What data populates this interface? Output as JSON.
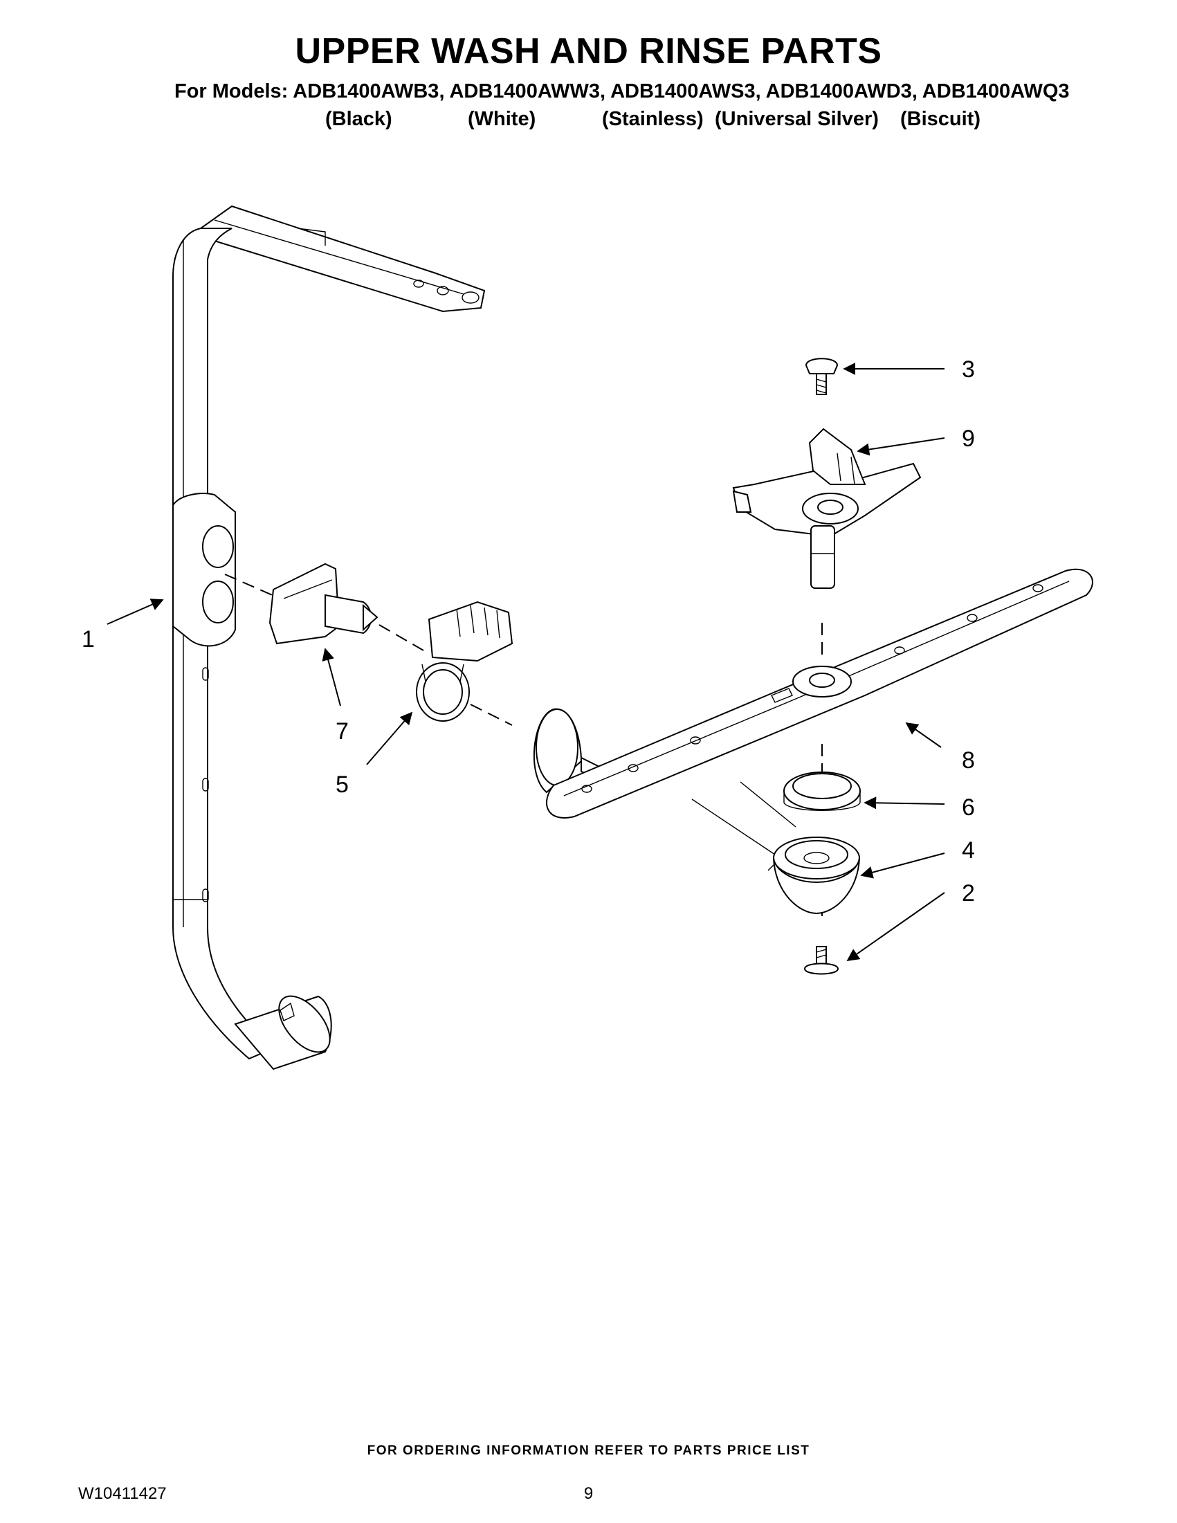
{
  "header": {
    "title": "UPPER WASH AND RINSE PARTS",
    "models_line": "For Models: ADB1400AWB3, ADB1400AWW3, ADB1400AWS3, ADB1400AWD3, ADB1400AWQ3",
    "variants": [
      "(Black)",
      "(White)",
      "(Stainless)",
      "(Universal Silver)",
      "(Biscuit)"
    ]
  },
  "callouts": [
    "1",
    "2",
    "3",
    "4",
    "5",
    "6",
    "7",
    "8",
    "9"
  ],
  "footer": {
    "ordering_note": "FOR ORDERING INFORMATION REFER TO PARTS PRICE LIST",
    "document_number": "W10411427",
    "page_number": "9"
  }
}
